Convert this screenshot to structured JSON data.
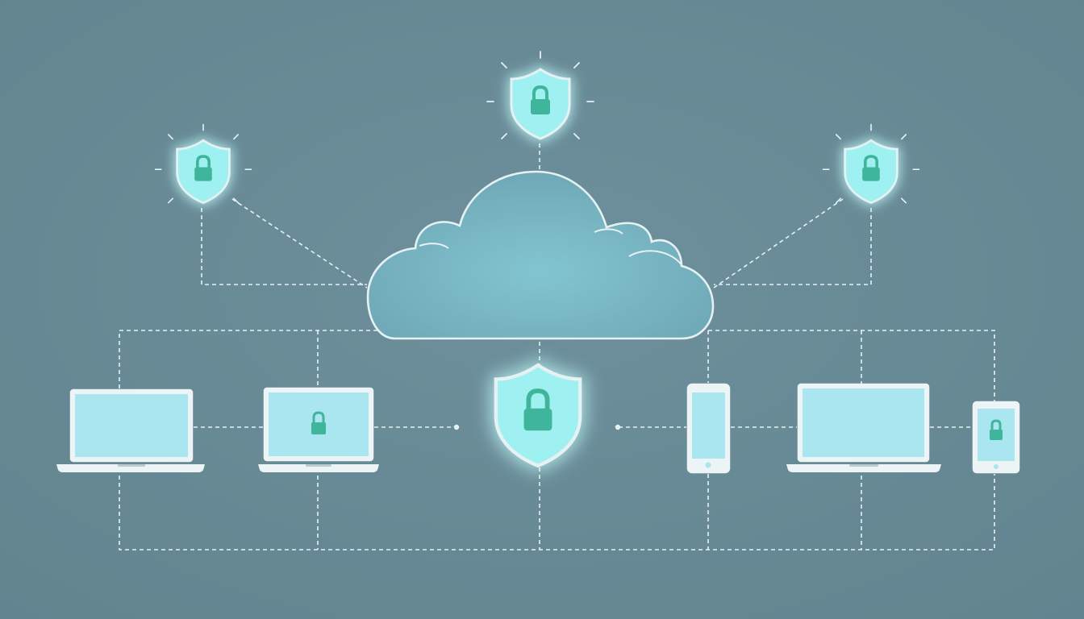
{
  "colors": {
    "background": "#688a96",
    "line": "#e6f1f3",
    "cloud_fill_center": "#82c5d1",
    "cloud_fill_edge": "#6fa8b6",
    "shield_fill": "#9ff0f0",
    "shield_glow": "#c6ffff",
    "lock": "#3fb59c",
    "screen": "#a9e6f0",
    "device_body": "#edf4f6"
  },
  "icons": {
    "cloud": "cloud-icon",
    "shield": "shield-lock-icon",
    "laptop": "laptop-icon",
    "phone": "smartphone-icon",
    "tablet": "tablet-icon"
  },
  "nodes": {
    "cloud": "cloud",
    "shields": [
      "top",
      "upper-left",
      "upper-right",
      "center"
    ],
    "devices": [
      "laptop",
      "laptop-lock",
      "phone",
      "laptop-wide",
      "tablet-lock"
    ]
  }
}
